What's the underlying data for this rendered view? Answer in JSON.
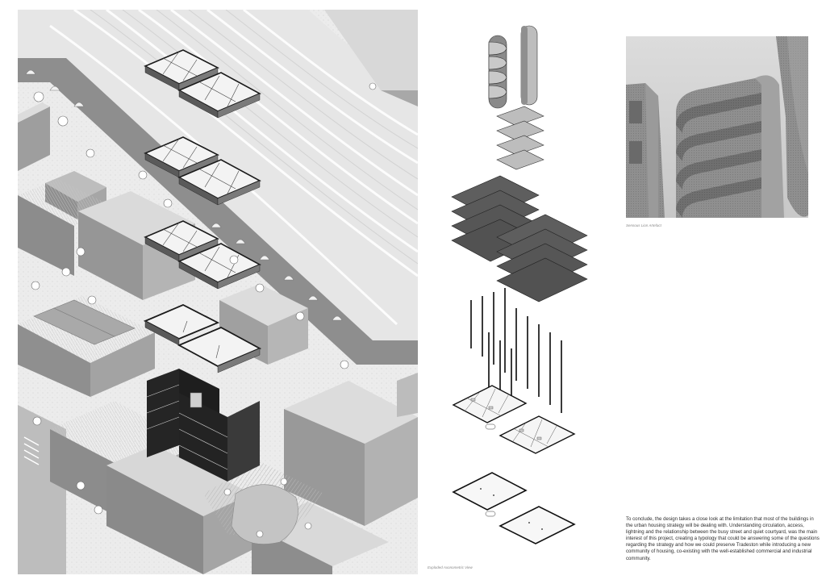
{
  "captions": {
    "axonometric": "Exploded Axonometric View",
    "photo": "Sensous Lion Artefact"
  },
  "conclusion": {
    "text": "To conclude, the design takes a close look at the limitation that most of the buildings in the urban housing strategy will be dealing with. Understanding circulation, access, lightning and the relationship between the busy street and quiet courtyard, was the main interest of this project, creating a typology that could be answering some of the questions regarding the strategy and how we could preserve Tradeston while introducing a new community of housing, co-existing with the well-established commercial and industrial community."
  },
  "colors": {
    "page_background": "#ffffff",
    "rail_yard": "#e9e9e9",
    "roof_light": "#dedede",
    "wall_dark": "#9c9c9c",
    "glazing": "#1e1e1e",
    "caption_text": "#8a8a8a",
    "body_text": "#2e2e2e"
  }
}
